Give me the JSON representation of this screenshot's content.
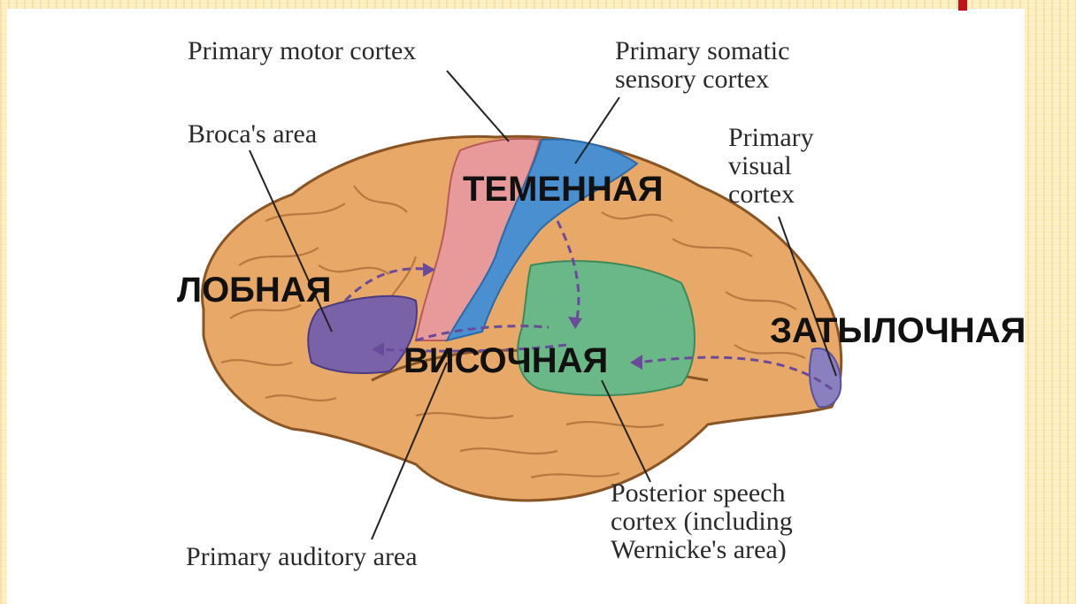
{
  "callouts": {
    "primary_motor": "Primary motor cortex",
    "primary_somatic": "Primary somatic\nsensory cortex",
    "broca": "Broca's area",
    "primary_visual": "Primary\nvisual\ncortex",
    "posterior_speech": "Posterior speech\ncortex (including\nWernicke's area)",
    "primary_auditory": "Primary auditory area"
  },
  "lobes": {
    "parietal": "ТЕМЕННАЯ",
    "frontal": "ЛОБНАЯ",
    "temporal": "ВИСОЧНАЯ",
    "occipital": "ЗАТЫЛОЧНАЯ"
  },
  "colors": {
    "brain": "#e8a868",
    "brain_outline": "#8a5525",
    "motor": "#e89a9a",
    "somatic": "#4a90d0",
    "broca": "#7a62a8",
    "wernicke": "#6ab888",
    "visual": "#8a80c0",
    "pathway": "#6a4a9a",
    "accent": "#c0141a"
  }
}
